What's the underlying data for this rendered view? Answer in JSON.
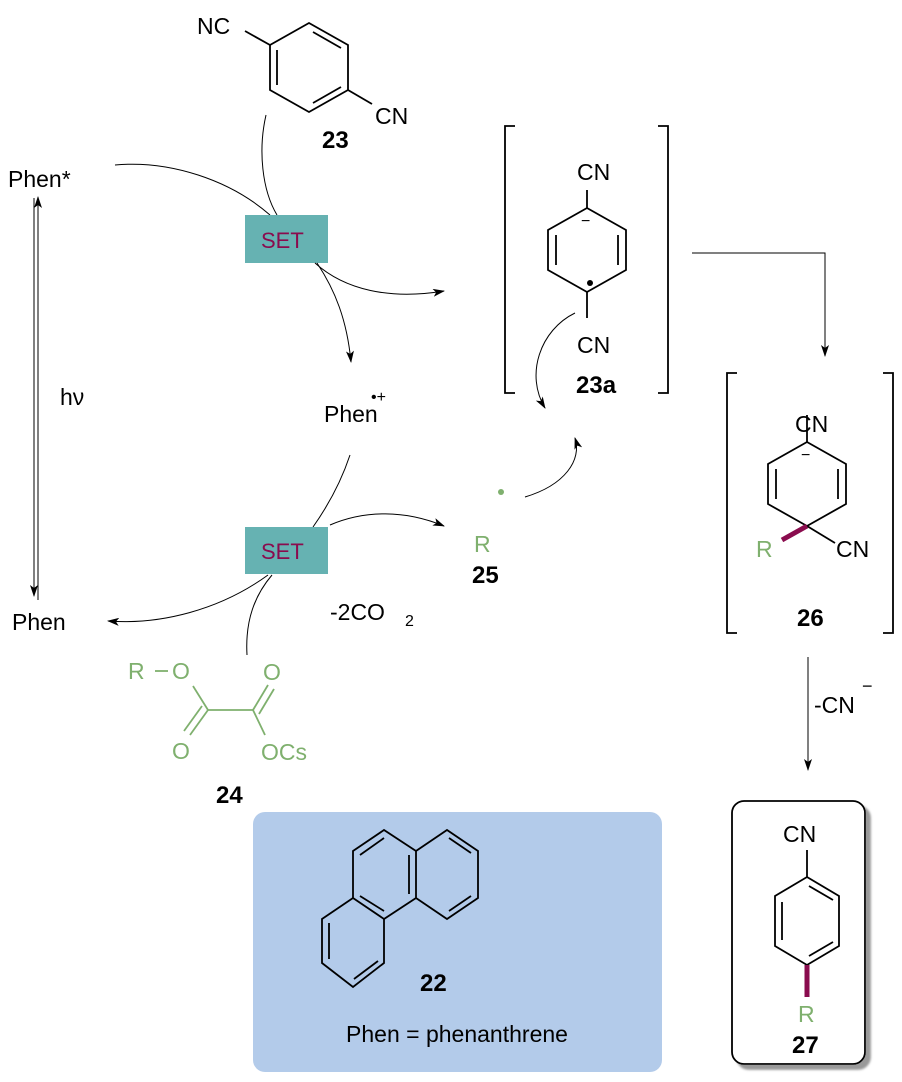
{
  "colors": {
    "set_box": "#66b2b2",
    "set_text": "#8a0c4e",
    "reagent_green": "#7fb06e",
    "new_bond": "#8a0c4e",
    "phen_box": "#b3cbea"
  },
  "compound_23": {
    "left_group": "NC",
    "right_group": "CN",
    "label": "23"
  },
  "phen_excited": "Phen*",
  "light": "hν",
  "set_label": "SET",
  "phen_radical_cation": {
    "text": "Phen",
    "charge": "•+"
  },
  "phen_ground": "Phen",
  "intermediate_23a": {
    "top_group": "CN",
    "bottom_group": "CN",
    "charge": "−",
    "label": "23a"
  },
  "radical_25": {
    "text": "R",
    "label": "25"
  },
  "decarboxylation": {
    "text": "-2CO",
    "subscript": "2"
  },
  "compound_24": {
    "r": "R",
    "o_ester": "O",
    "o_carbonyl_1": "O",
    "o_carbonyl_2": "O",
    "ocs": "OCs",
    "label": "24"
  },
  "intermediate_26": {
    "top_group": "CN",
    "r": "R",
    "cn": "CN",
    "charge": "−",
    "label": "26"
  },
  "cyanide_loss": {
    "text": "-CN",
    "charge": "−"
  },
  "product_27": {
    "top_group": "CN",
    "r": "R",
    "label": "27"
  },
  "catalyst_22": {
    "label": "22",
    "legend": "Phen = phenanthrene"
  }
}
